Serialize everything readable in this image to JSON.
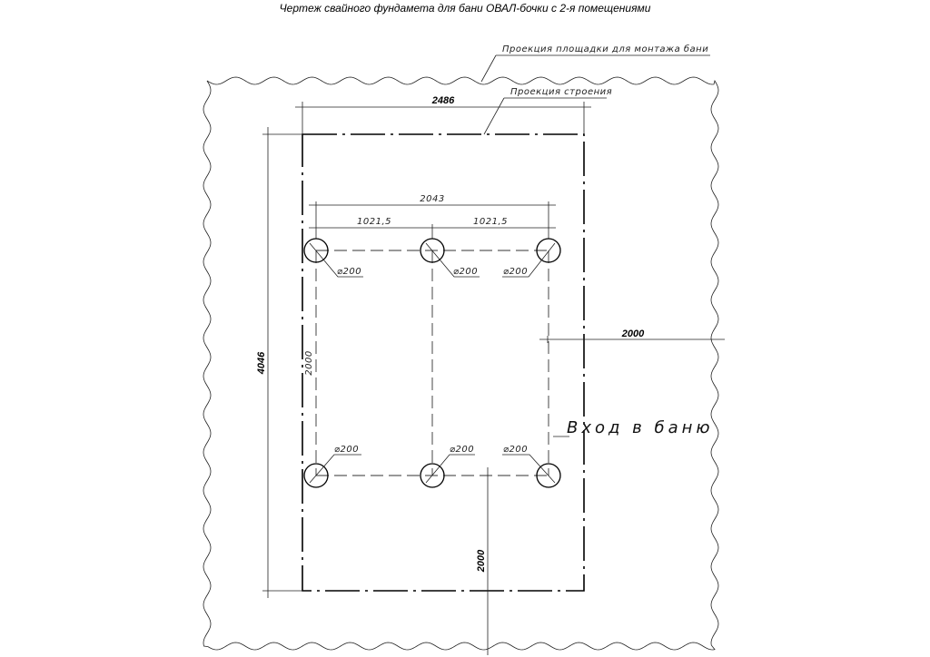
{
  "title": "Чертеж свайного фундамета для бани ОВАЛ-бочки с 2-я помещениями",
  "labels": {
    "platform_projection": "Проекция площадки для монтажа бани",
    "building_projection": "Проекция строения",
    "entrance": "Вход в баню"
  },
  "dimensions": {
    "building_width": "2486",
    "building_length": "4046",
    "pile_span": "2043",
    "half_span_left": "1021,5",
    "half_span_right": "1021,5",
    "pile_row_distance": "2000",
    "side_clearance": "2000",
    "front_clearance": "2000"
  },
  "piles": {
    "diameter_label": "⌀200",
    "count": 6
  }
}
